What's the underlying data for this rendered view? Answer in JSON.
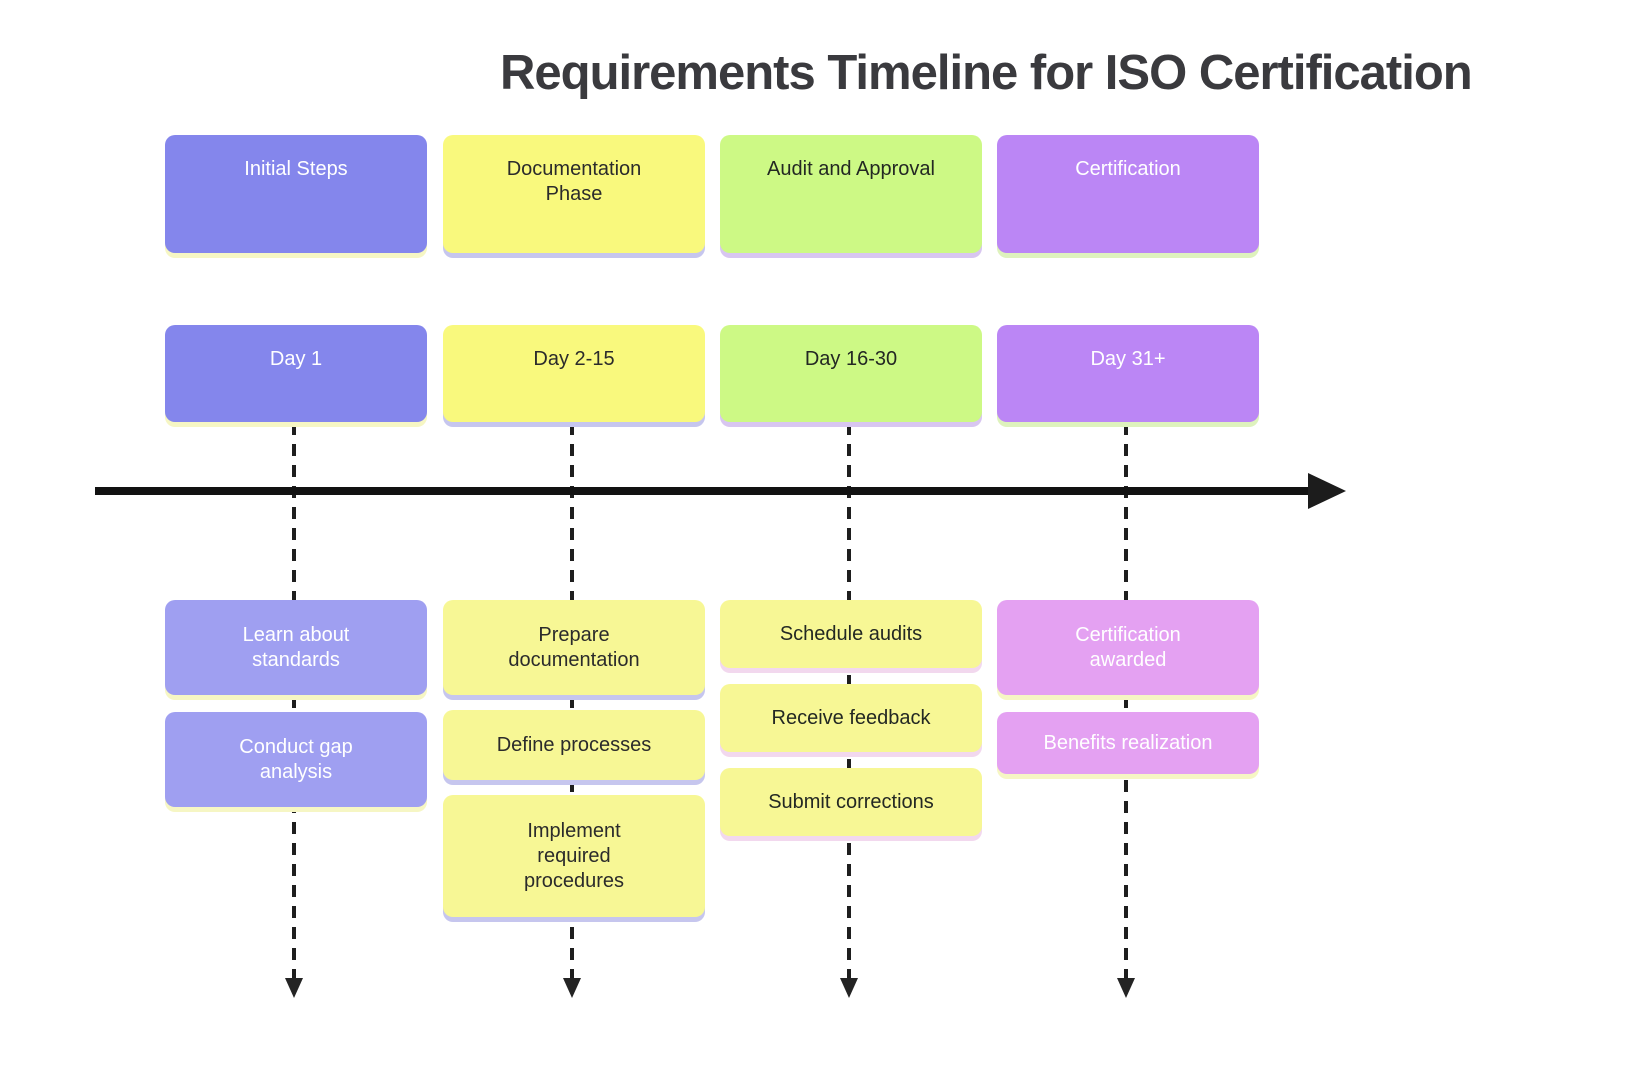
{
  "title": "Requirements Timeline for ISO Certification",
  "palette": {
    "col1_header": "#8486ec",
    "col1_task": "#9f9ff1",
    "col2_header": "#f9f97d",
    "col2_task": "#f7f795",
    "col3_header": "#cdf985",
    "col3_task": "#f7f795",
    "col4_header": "#bb86f5",
    "col4_task": "#e4a1f2",
    "axis": "#121212",
    "title_text": "#3a3a3e"
  },
  "columns": [
    {
      "phase": "Initial Steps",
      "day": "Day 1",
      "tasks": [
        "Learn about standards",
        "Conduct gap analysis"
      ]
    },
    {
      "phase": "Documentation Phase",
      "day": "Day 2-15",
      "tasks": [
        "Prepare documentation",
        "Define processes",
        "Implement required procedures"
      ]
    },
    {
      "phase": "Audit and Approval",
      "day": "Day 16-30",
      "tasks": [
        "Schedule audits",
        "Receive feedback",
        "Submit corrections"
      ]
    },
    {
      "phase": "Certification",
      "day": "Day 31+",
      "tasks": [
        "Certification awarded",
        "Benefits realization"
      ]
    }
  ]
}
